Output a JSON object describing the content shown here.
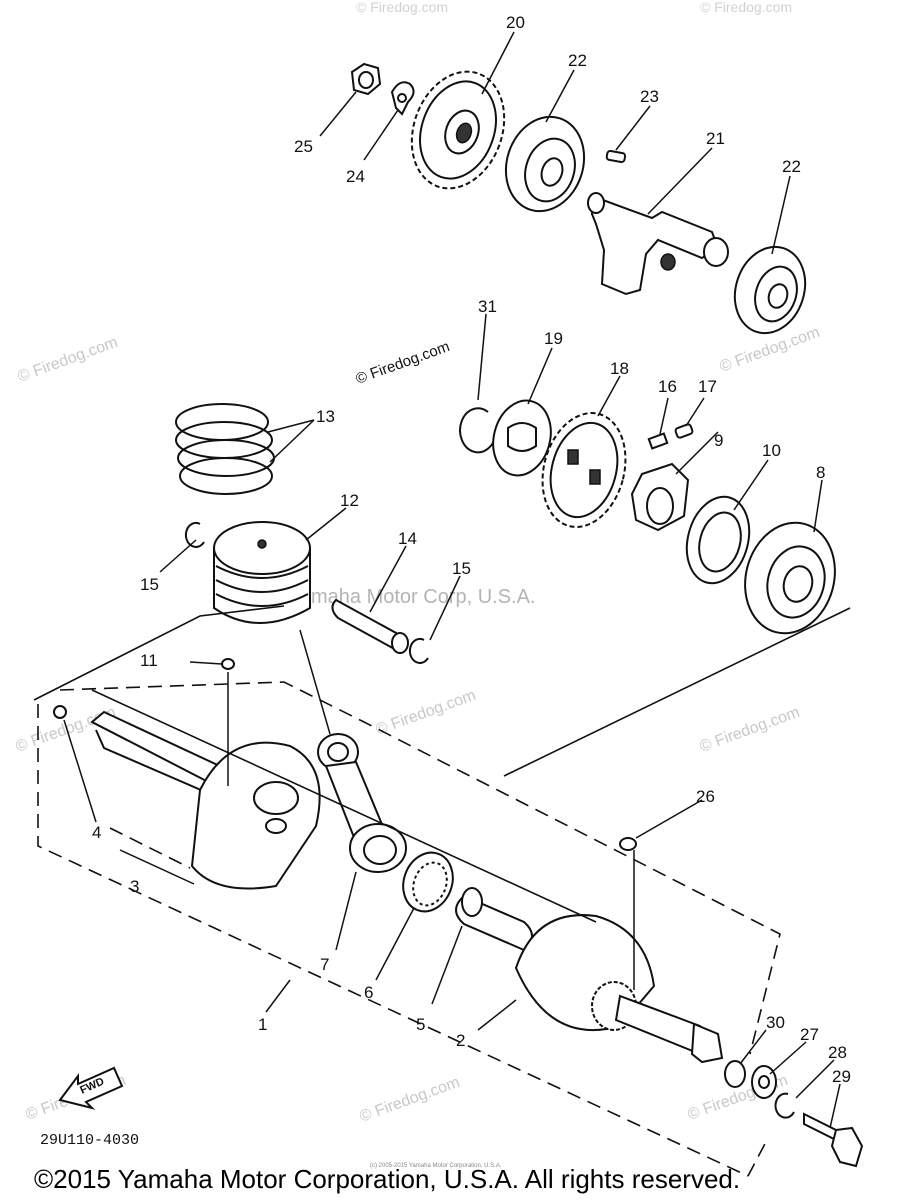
{
  "watermarks": {
    "brand": "© Firedog.com",
    "center": "Yamaha Motor Corp, U.S.A."
  },
  "callouts": {
    "n1": "1",
    "n2": "2",
    "n3": "3",
    "n4": "4",
    "n5": "5",
    "n6": "6",
    "n7": "7",
    "n8": "8",
    "n9": "9",
    "n10": "10",
    "n11": "11",
    "n12": "12",
    "n13": "13",
    "n14": "14",
    "n15a": "15",
    "n15b": "15",
    "n16": "16",
    "n17": "17",
    "n18": "18",
    "n19": "19",
    "n20": "20",
    "n21": "21",
    "n22a": "22",
    "n22b": "22",
    "n23": "23",
    "n24": "24",
    "n25": "25",
    "n26": "26",
    "n27": "27",
    "n28": "28",
    "n29": "29",
    "n30": "30",
    "n31": "31"
  },
  "direction_arrow": "FWD",
  "diagram_code": "29U110-4030",
  "tiny_copyright": "(c) 2005-2015 Yamaha Motor Corporation, U.S.A.",
  "footer": {
    "copyright": "©2015 Yamaha Motor Corporation, U.S.A. All rights reserved."
  }
}
